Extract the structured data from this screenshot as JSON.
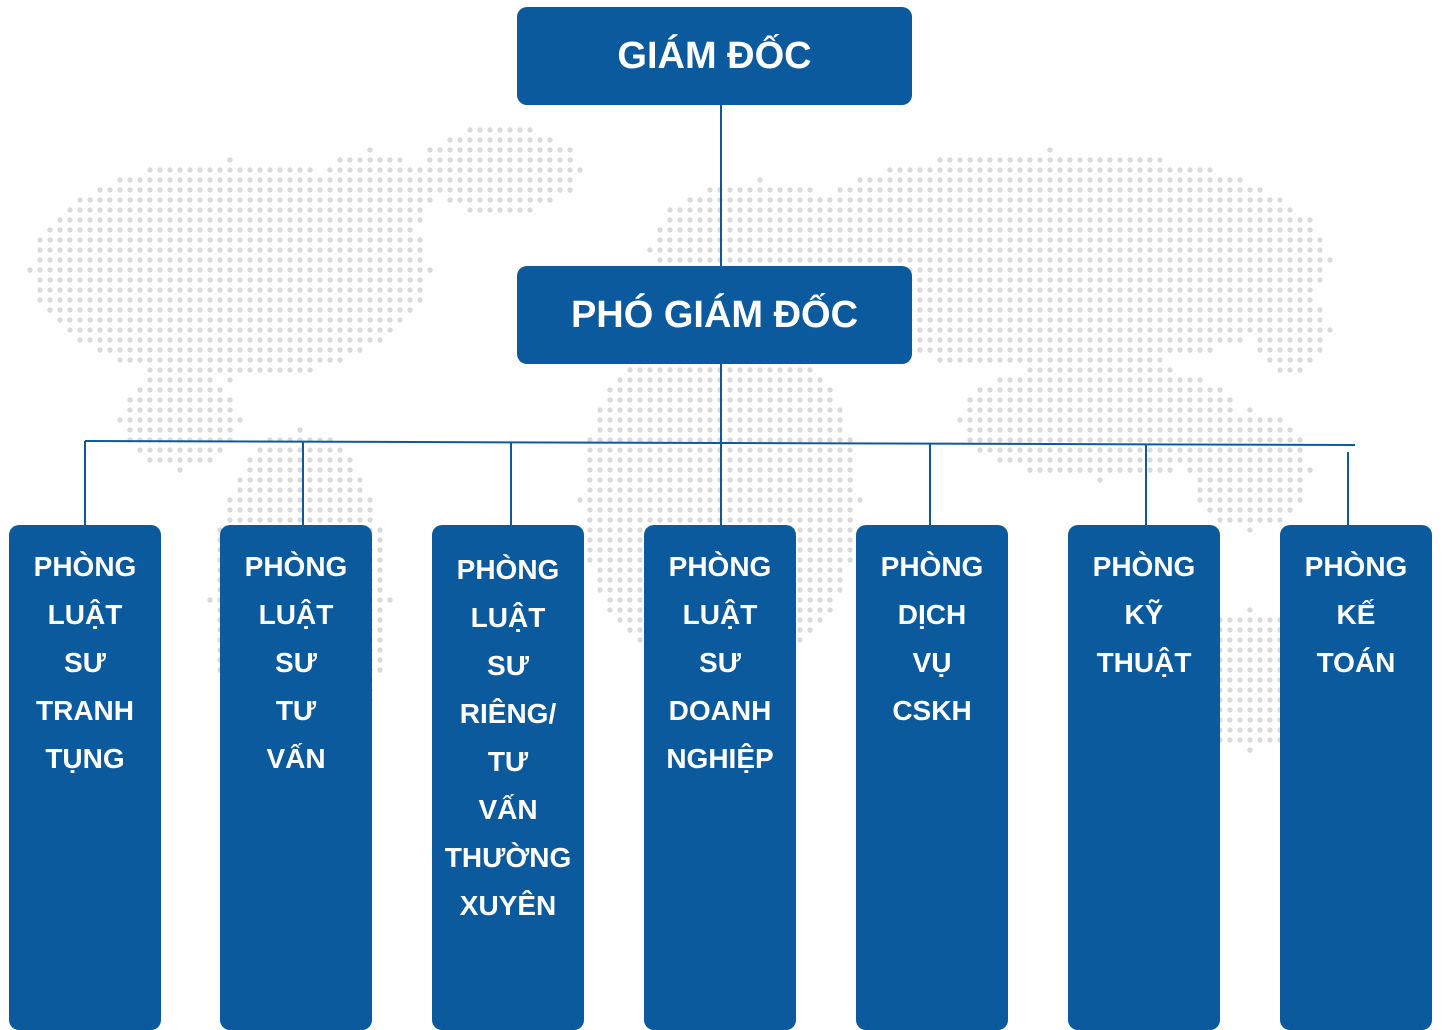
{
  "colors": {
    "box_fill": "#0c5a9e",
    "box_text": "#ffffff",
    "connector": "#0c5a9e",
    "map_dots": "#d9d9d9",
    "background": "#ffffff"
  },
  "chart": {
    "director": "GIÁM ĐỐC",
    "deputy": "PHÓ GIÁM ĐỐC",
    "departments": [
      {
        "lines": [
          "PHÒNG",
          "LUẬT",
          "SƯ",
          "TRANH",
          "TỤNG"
        ]
      },
      {
        "lines": [
          "PHÒNG",
          "LUẬT",
          "SƯ",
          "TƯ",
          "VẤN"
        ]
      },
      {
        "lines": [
          "PHÒNG",
          "LUẬT",
          "SƯ",
          "RIÊNG/",
          "TƯ",
          "VẤN",
          "THƯỜNG",
          "XUYÊN"
        ]
      },
      {
        "lines": [
          "PHÒNG",
          "LUẬT",
          "SƯ",
          "DOANH",
          "NGHIỆP"
        ]
      },
      {
        "lines": [
          "PHÒNG",
          "DỊCH",
          "VỤ",
          "CSKH"
        ]
      },
      {
        "lines": [
          "PHÒNG",
          "KỸ",
          "THUẬT"
        ]
      },
      {
        "lines": [
          "PHÒNG",
          "KẾ",
          "TOÁN"
        ]
      }
    ]
  }
}
